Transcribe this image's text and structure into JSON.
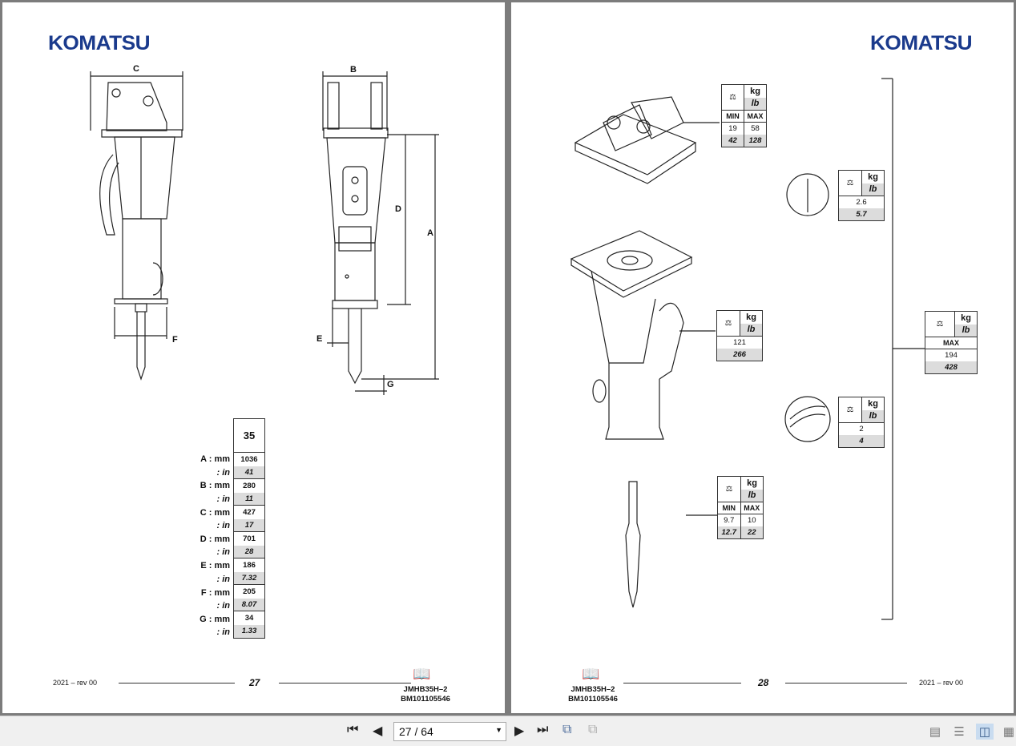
{
  "left_page": {
    "logo": "KOMATSU",
    "dims": {
      "a": "A",
      "b": "B",
      "c": "C",
      "d": "D",
      "e": "E",
      "f": "F",
      "g": "G"
    },
    "table": {
      "header": "35",
      "unit_mm": ": mm",
      "unit_in": ": in",
      "rows": [
        {
          "label": "A",
          "mm": "1036",
          "in": "41"
        },
        {
          "label": "B",
          "mm": "280",
          "in": "11"
        },
        {
          "label": "C",
          "mm": "427",
          "in": "17"
        },
        {
          "label": "D",
          "mm": "701",
          "in": "28"
        },
        {
          "label": "E",
          "mm": "186",
          "in": "7.32"
        },
        {
          "label": "F",
          "mm": "205",
          "in": "8.07"
        },
        {
          "label": "G",
          "mm": "34",
          "in": "1.33"
        }
      ]
    },
    "footer": {
      "rev": "2021 – rev 00",
      "page": "27",
      "model": "JMHB35H–2",
      "code": "BM101105546"
    }
  },
  "right_page": {
    "logo": "KOMATSU",
    "units": {
      "kg": "kg",
      "lb": "lb",
      "min": "MIN",
      "max": "MAX"
    },
    "bracket": {
      "min_kg": "19",
      "max_kg": "58",
      "min_lb": "42",
      "max_lb": "128"
    },
    "bolts": {
      "kg": "2.6",
      "lb": "5.7"
    },
    "body": {
      "kg": "121",
      "lb": "266"
    },
    "hoses": {
      "kg": "2",
      "lb": "4"
    },
    "tool": {
      "min_kg": "9.7",
      "max_kg": "10",
      "min_lb": "12.7",
      "max_lb": "22"
    },
    "total": {
      "label": "MAX",
      "kg": "194",
      "lb": "428"
    },
    "footer": {
      "rev": "2021 – rev 00",
      "page": "28",
      "model": "JMHB35H–2",
      "code": "BM101105546"
    }
  },
  "toolbar": {
    "page_display": "27 / 64"
  }
}
